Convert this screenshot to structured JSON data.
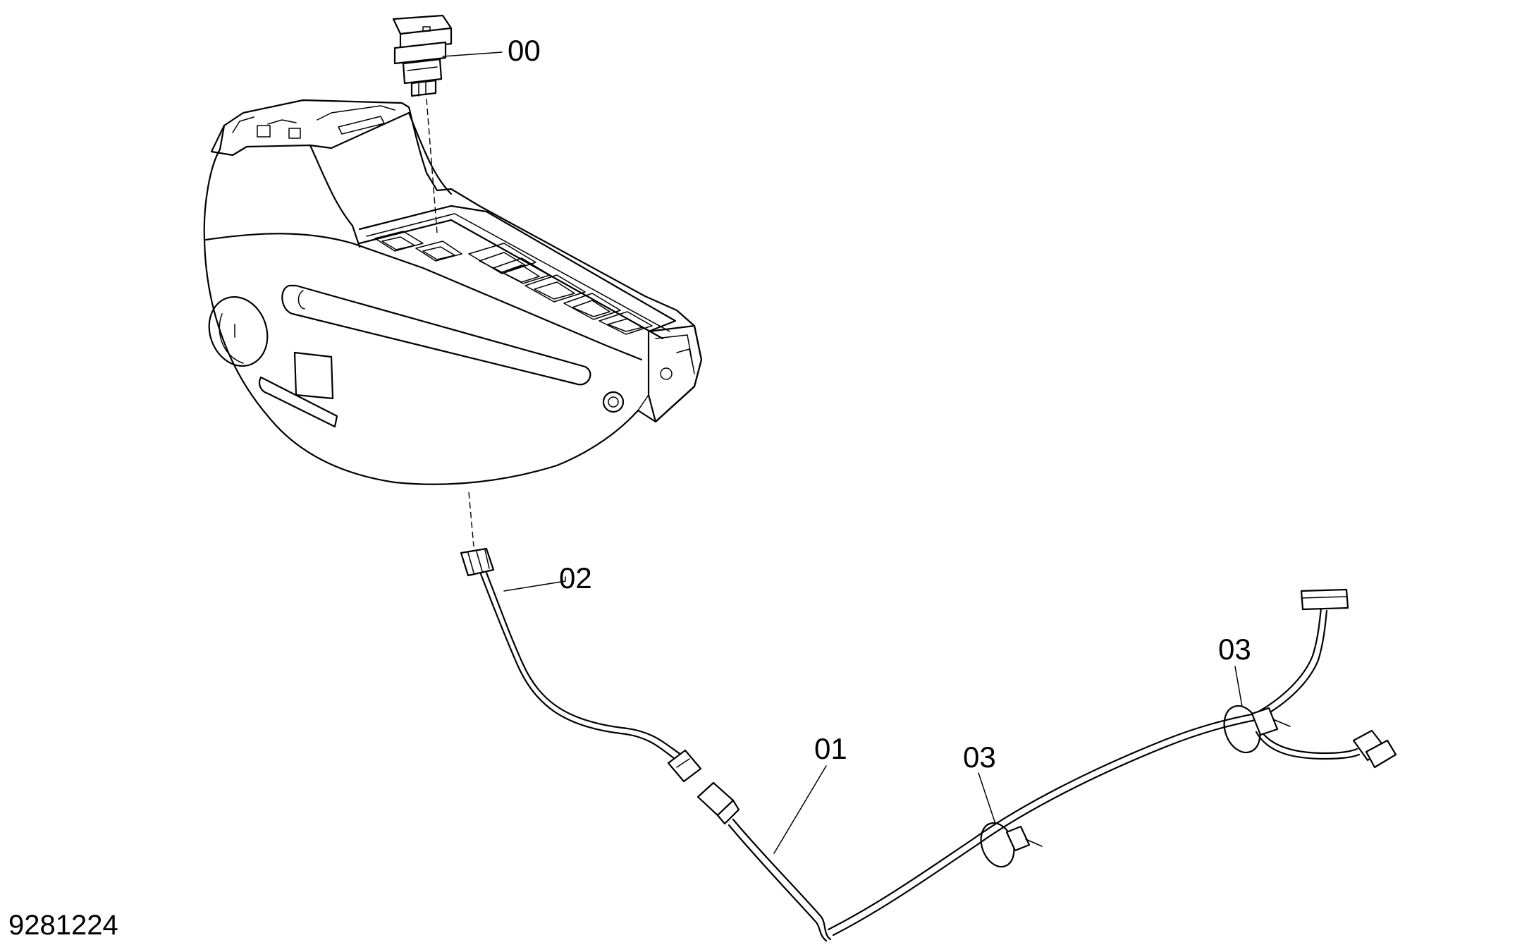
{
  "figure_number": "9281224",
  "callouts": {
    "switch": "00",
    "harness_main": "01",
    "harness_jumper": "02",
    "cable_tie_lower": "03",
    "cable_tie_upper": "03"
  }
}
